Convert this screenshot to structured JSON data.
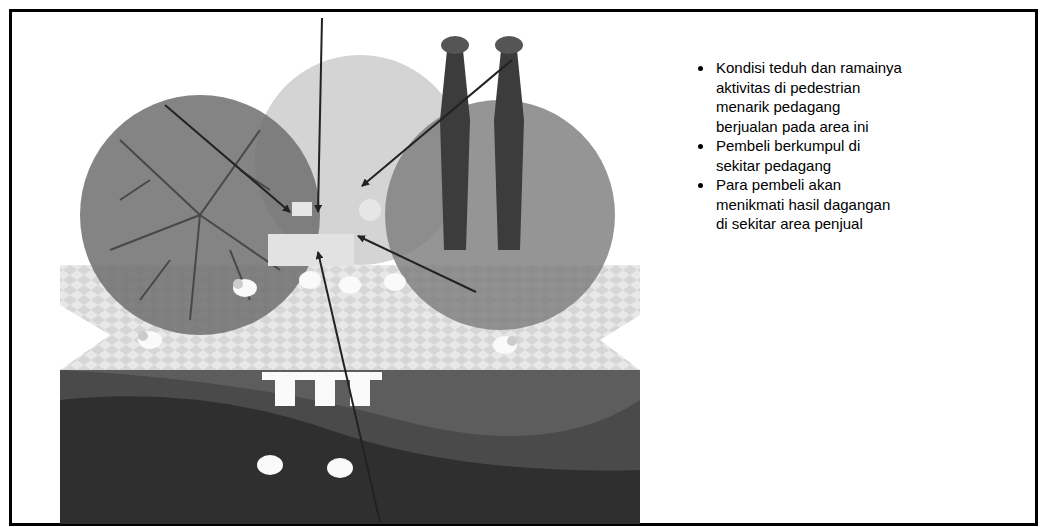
{
  "diagram": {
    "labels": [
      "Kondisi teduh dan ramainya aktivitas di pedestrian menarik pedagang berjualan pada area ini",
      "Pembeli berkumpul di sekitar pedagang",
      "Para pembeli akan menikmati hasil dagangan di sekitar area penjual"
    ]
  }
}
